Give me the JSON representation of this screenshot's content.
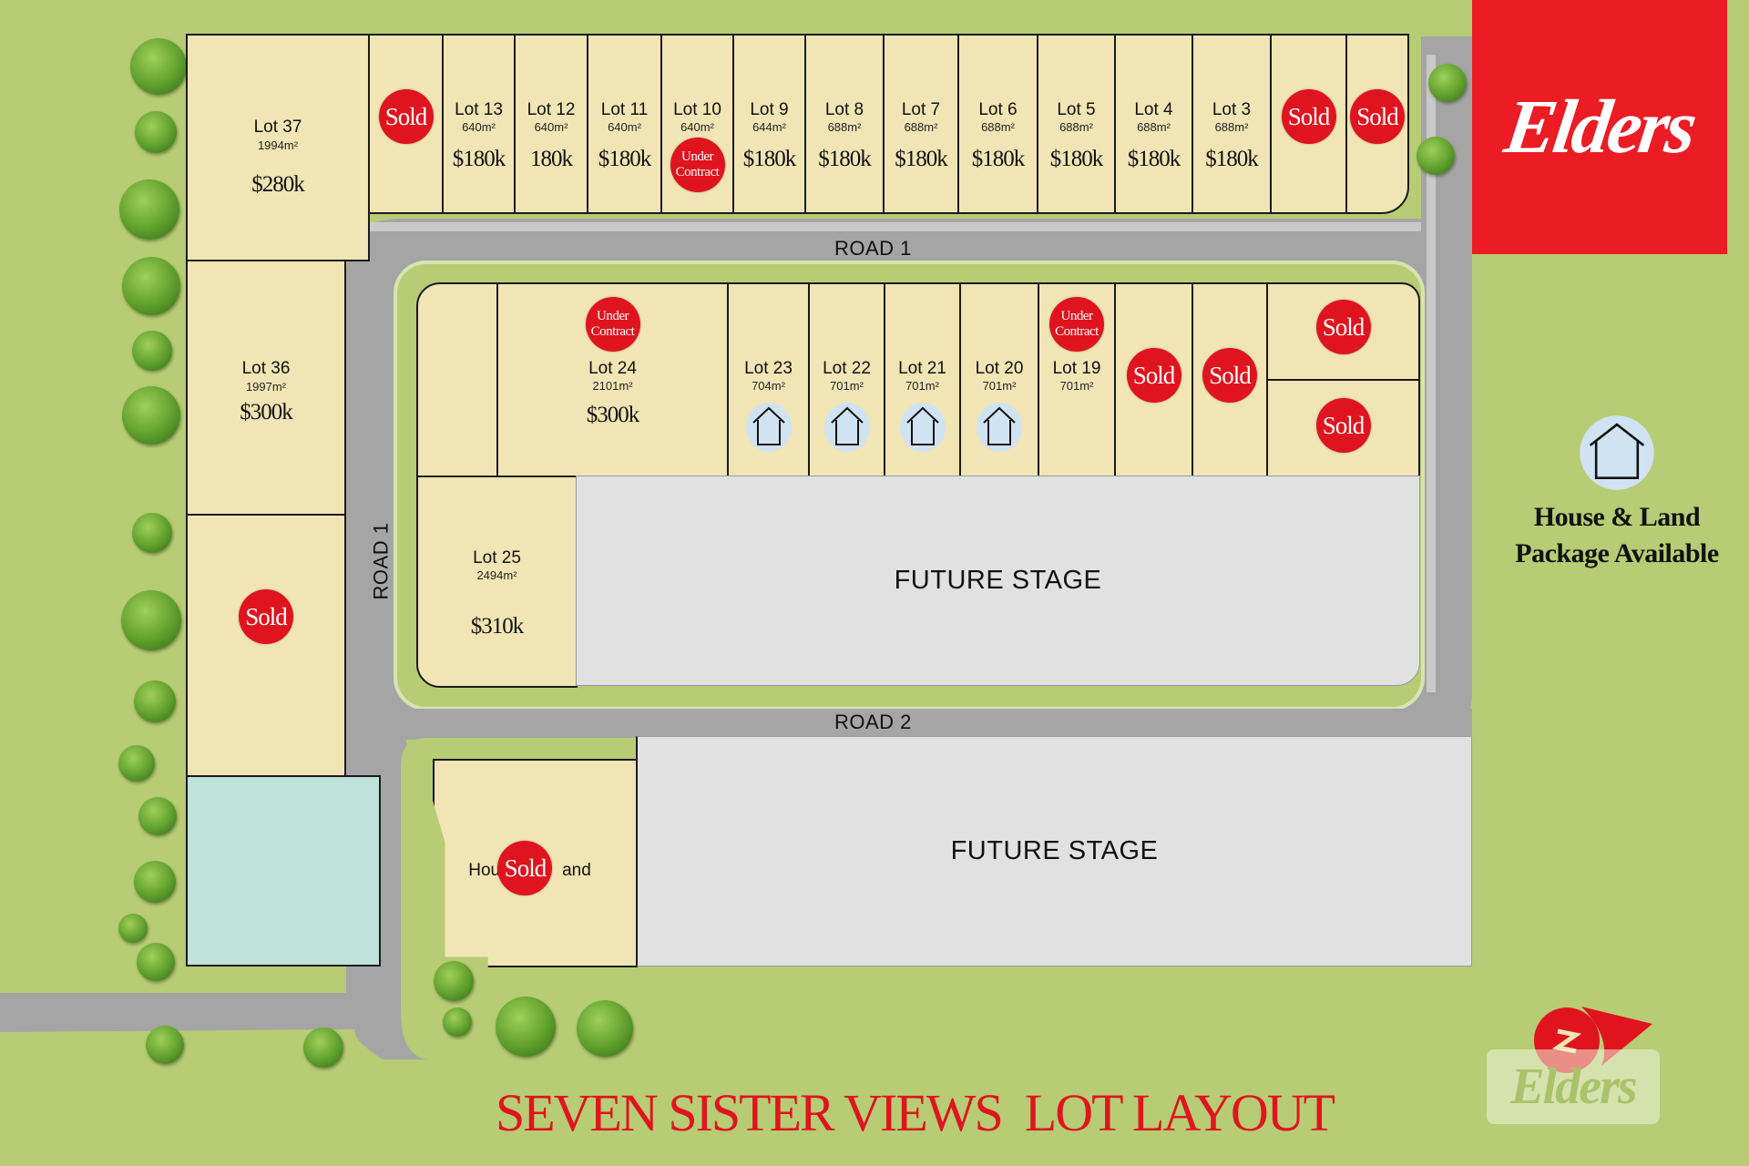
{
  "logo": {
    "brand": "Elders"
  },
  "title": "SEVEN SISTER VIEWS  LOT LAYOUT",
  "roads": {
    "road1": "ROAD 1",
    "road1_vertical": "ROAD 1",
    "road2": "ROAD 2"
  },
  "future_stage_1": "FUTURE STAGE",
  "future_stage_2": "FUTURE STAGE",
  "legend": {
    "line1": "House & Land",
    "line2": "Package Available",
    "icon": "house-icon"
  },
  "status_labels": {
    "sold": "Sold",
    "under_contract_1": "Under",
    "under_contract_2": "Contract"
  },
  "top_row": [
    {
      "label": "Lot 37",
      "area": "1994m²",
      "price": "$280k"
    },
    {
      "status": "Sold"
    },
    {
      "label": "Lot 13",
      "area": "640m²",
      "price": "$180k"
    },
    {
      "label": "Lot 12",
      "area": "640m²",
      "price": "180k"
    },
    {
      "label": "Lot 11",
      "area": "640m²",
      "price": "$180k"
    },
    {
      "label": "Lot 10",
      "area": "640m²",
      "status": "Under Contract"
    },
    {
      "label": "Lot 9",
      "area": "644m²",
      "price": "$180k"
    },
    {
      "label": "Lot 8",
      "area": "688m²",
      "price": "$180k"
    },
    {
      "label": "Lot 7",
      "area": "688m²",
      "price": "$180k"
    },
    {
      "label": "Lot 6",
      "area": "688m²",
      "price": "$180k"
    },
    {
      "label": "Lot 5",
      "area": "688m²",
      "price": "$180k"
    },
    {
      "label": "Lot 4",
      "area": "688m²",
      "price": "$180k"
    },
    {
      "label": "Lot 3",
      "area": "688m²",
      "price": "$180k"
    },
    {
      "status": "Sold"
    },
    {
      "status": "Sold"
    }
  ],
  "left_column": [
    {
      "label": "Lot 36",
      "area": "1997m²",
      "price": "$300k"
    },
    {
      "status": "Sold"
    }
  ],
  "middle_row": [
    {
      "label": "Lot 24",
      "area": "2101m²",
      "price": "$300k",
      "status": "Under Contract"
    },
    {
      "label": "Lot 23",
      "area": "704m²",
      "house_land": true
    },
    {
      "label": "Lot 22",
      "area": "701m²",
      "house_land": true
    },
    {
      "label": "Lot 21",
      "area": "701m²",
      "house_land": true
    },
    {
      "label": "Lot 20",
      "area": "701m²",
      "house_land": true
    },
    {
      "label": "Lot 19",
      "area": "701m²",
      "status": "Under Contract"
    },
    {
      "status": "Sold"
    },
    {
      "status": "Sold"
    },
    {
      "status": "Sold"
    },
    {
      "status": "Sold"
    }
  ],
  "lot25": {
    "label": "Lot 25",
    "area": "2494m²",
    "price": "$310k"
  },
  "house_land_lot": {
    "label_part1": "Hou",
    "label_part2": "and",
    "status": "Sold"
  },
  "colors": {
    "background": "#b7cc74",
    "lot": "#f1e5b5",
    "road": "#a5a5a5",
    "sold": "#e0141e",
    "brand": "#ec1c24",
    "future_stage": "#e1e1e1",
    "water": "#bfe3da",
    "house_circle": "#cfe3f3"
  }
}
